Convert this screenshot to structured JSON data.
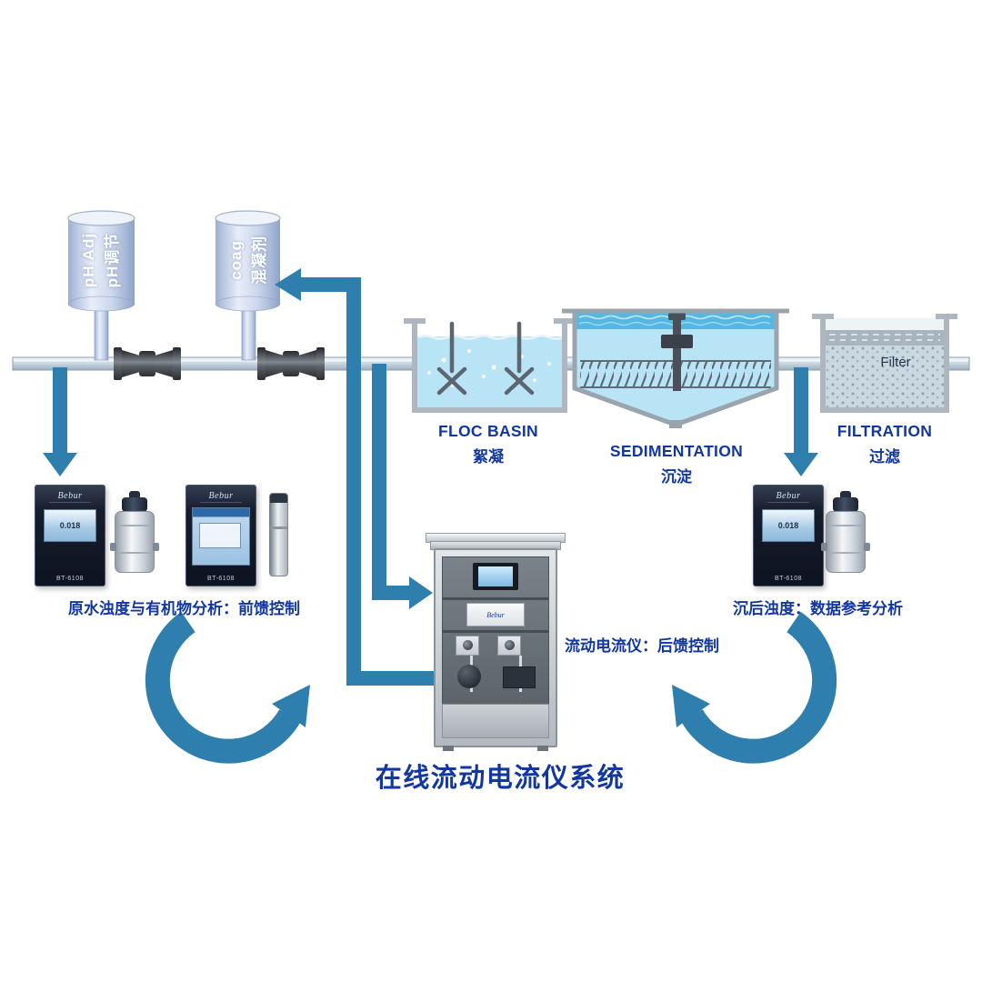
{
  "title": "在线流动电流仪系统",
  "colors": {
    "flow_arrow": "#2e7fad",
    "label_blue": "#1238a0",
    "water_light": "#b8e4f6",
    "water_dark": "#55b8e2"
  },
  "dosing_tanks": {
    "ph": {
      "line1": "pH Adj",
      "line2": "pH调节"
    },
    "coag": {
      "line1": "coag",
      "line2": "混凝剂"
    }
  },
  "stages": {
    "floc": {
      "en": "FLOC BASIN",
      "zh": "絮凝"
    },
    "sedimentation": {
      "en": "SEDIMENTATION",
      "zh": "沉淀"
    },
    "filtration": {
      "en": "FILTRATION",
      "zh": "过滤",
      "media": "Filter"
    }
  },
  "captions": {
    "left": "原水浊度与有机物分析：前馈控制",
    "center": "流动电流仪：后馈控制",
    "right": "沉后浊度：数据参考分析"
  },
  "devices": {
    "brand": "Bebur",
    "model": "BT-6108",
    "reading": "0.018"
  }
}
